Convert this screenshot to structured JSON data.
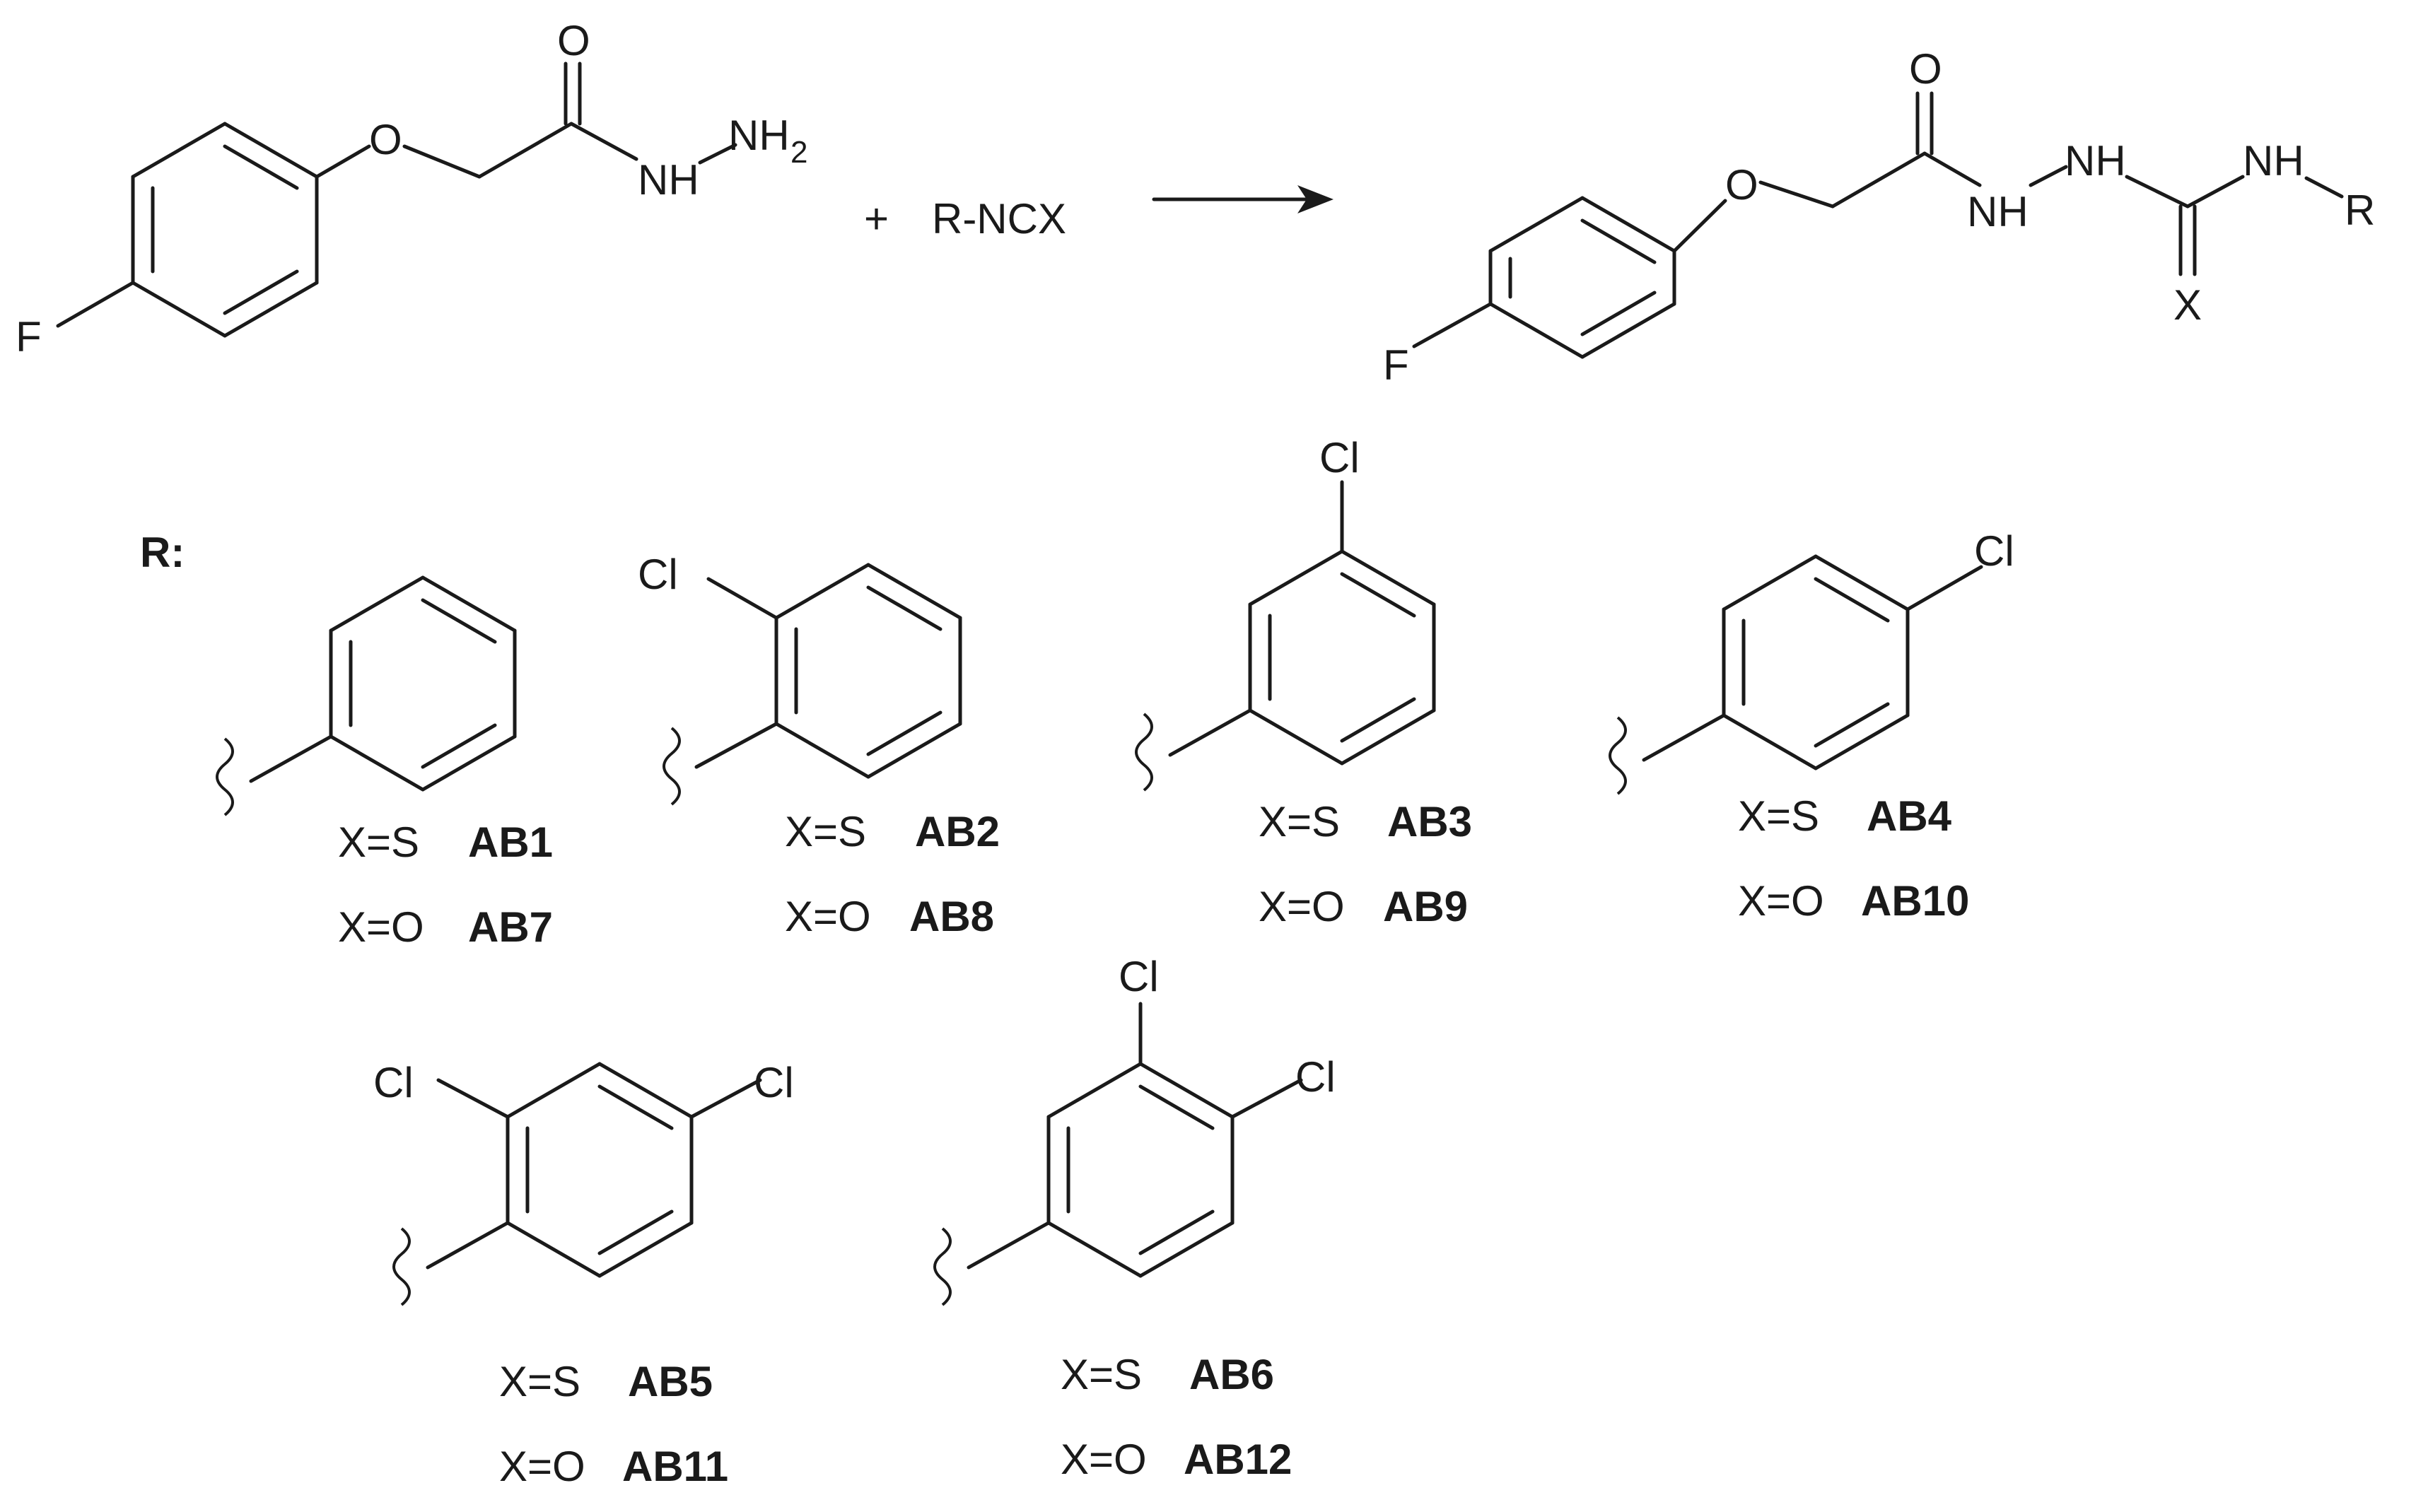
{
  "reaction": {
    "reactant": {
      "atoms": {
        "fluorine": "F",
        "ether_oxygen": "O",
        "carbonyl_oxygen": "O",
        "nh": "NH",
        "nh2_n": "NH",
        "nh2_sub": "2"
      }
    },
    "plus": "+",
    "reagent": "R-NCX",
    "product": {
      "atoms": {
        "fluorine": "F",
        "ether_oxygen": "O",
        "carbonyl_oxygen": "O",
        "nh1": "NH",
        "nh2": "NH",
        "nh3": "NH",
        "r_group": "R",
        "x_atom": "X"
      }
    }
  },
  "substituents_label": "R:",
  "substituents": [
    {
      "id": "phenyl",
      "chlorines": [],
      "lines": [
        {
          "x": "X=S",
          "code": "AB1"
        },
        {
          "x": "X=O",
          "code": "AB7"
        }
      ]
    },
    {
      "id": "2-chlorophenyl",
      "chlorines": [
        "Cl"
      ],
      "lines": [
        {
          "x": "X=S",
          "code": "AB2"
        },
        {
          "x": "X=O",
          "code": "AB8"
        }
      ]
    },
    {
      "id": "3-chlorophenyl",
      "chlorines": [
        "Cl"
      ],
      "lines": [
        {
          "x": "X=S",
          "code": "AB3"
        },
        {
          "x": "X=O",
          "code": "AB9"
        }
      ]
    },
    {
      "id": "4-chlorophenyl",
      "chlorines": [
        "Cl"
      ],
      "lines": [
        {
          "x": "X=S",
          "code": "AB4"
        },
        {
          "x": "X=O",
          "code": "AB10"
        }
      ]
    },
    {
      "id": "2,4-dichlorophenyl",
      "chlorines": [
        "Cl",
        "Cl"
      ],
      "lines": [
        {
          "x": "X=S",
          "code": "AB5"
        },
        {
          "x": "X=O",
          "code": "AB11"
        }
      ]
    },
    {
      "id": "3,4-dichlorophenyl",
      "chlorines": [
        "Cl",
        "Cl"
      ],
      "lines": [
        {
          "x": "X=S",
          "code": "AB6"
        },
        {
          "x": "X=O",
          "code": "AB12"
        }
      ]
    }
  ]
}
